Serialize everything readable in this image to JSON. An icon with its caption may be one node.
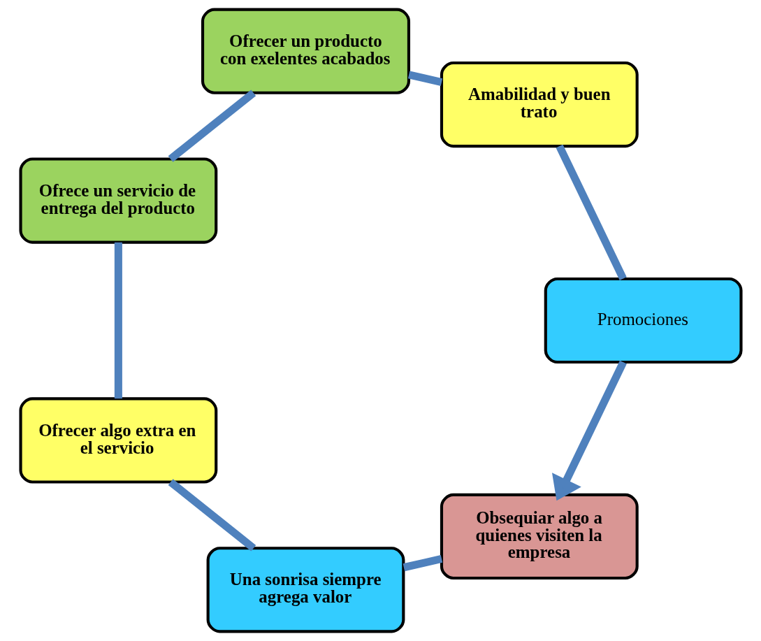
{
  "diagram": {
    "nodes": [
      {
        "text": [
          "Obsequiar algo a quienes visiten la empresa"
        ]
      },
      {
        "text": [
          "Una sonrisa siempre agrega valor"
        ]
      },
      {
        "text": [
          "Ofrecer algo extra en el servicio"
        ]
      },
      {
        "text": [
          "Ofrece un servicio de entrega del producto"
        ]
      },
      {
        "text": [
          "Ofrecer un producto con exelentes acabados"
        ]
      },
      {
        "text": [
          "Amabilidad y buen trato"
        ]
      },
      {
        "text": [
          "Promociones"
        ]
      }
    ],
    "edges": [
      {
        "from": 0,
        "to": 1,
        "arrow": "none"
      },
      {
        "from": 1,
        "to": 2,
        "arrow": "none"
      },
      {
        "from": 2,
        "to": 3,
        "arrow": "none"
      },
      {
        "from": 3,
        "to": 4,
        "arrow": "none"
      },
      {
        "from": 4,
        "to": 5,
        "arrow": "none"
      },
      {
        "from": 5,
        "to": 6,
        "arrow": "none"
      },
      {
        "from": 6,
        "to": 0,
        "arrow": "to"
      }
    ]
  }
}
